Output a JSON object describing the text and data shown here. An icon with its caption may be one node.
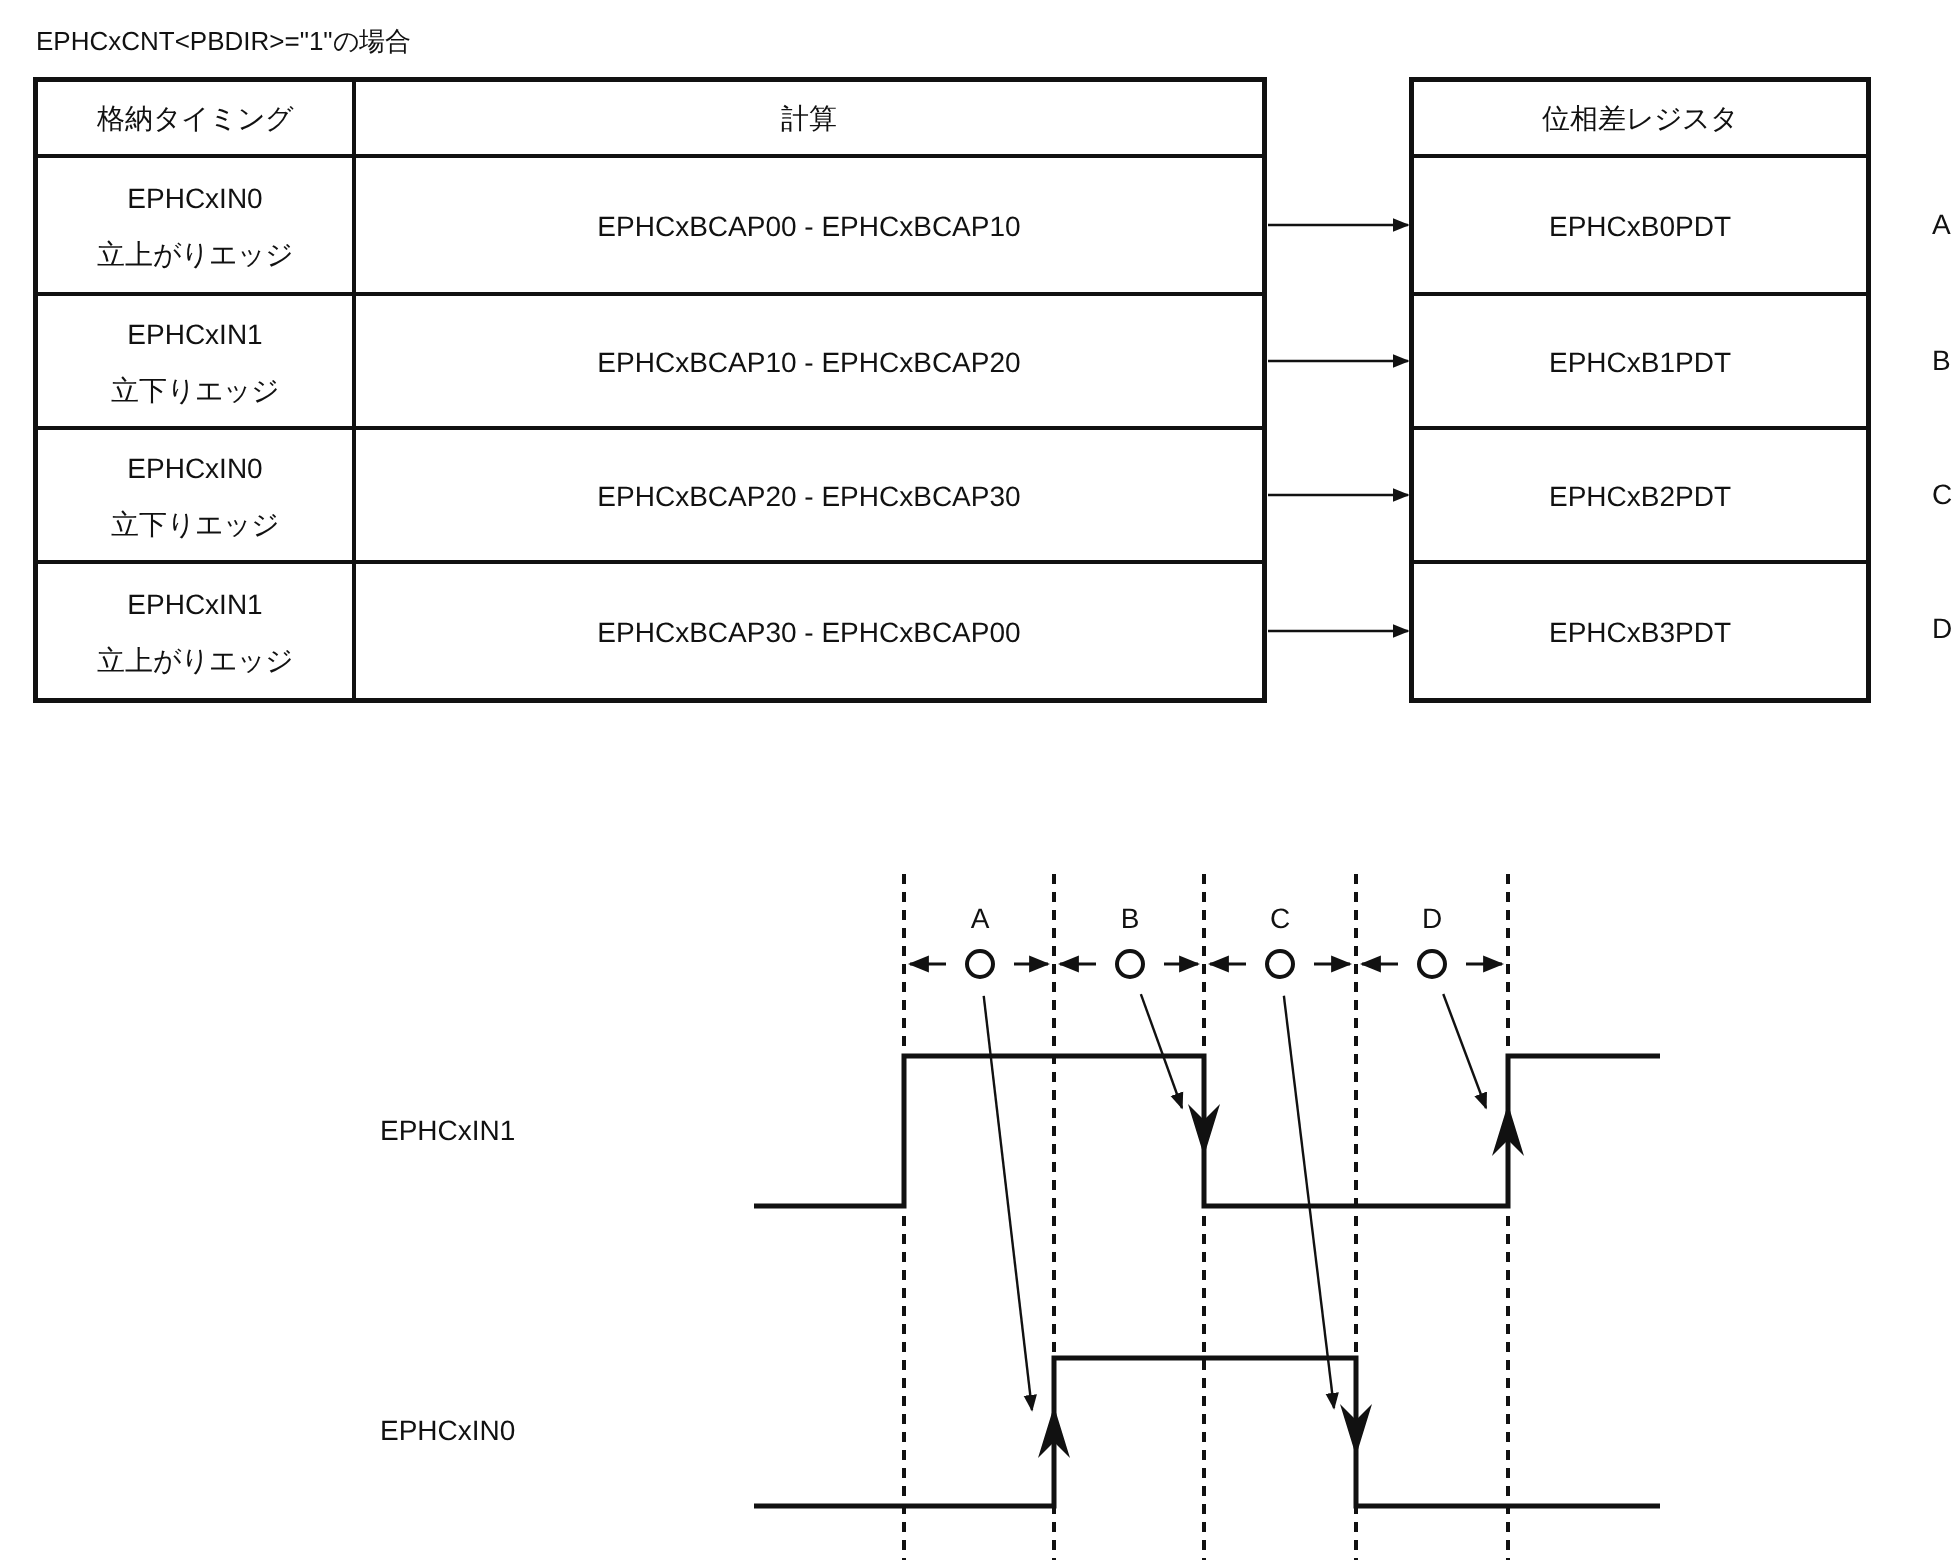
{
  "diagram": {
    "title": "EPHCxCNT<PBDIR>=\"1\"の場合",
    "nodes": [
      {
        "text": [
          "EPHCxBCAP00 - EPHCxBCAP10"
        ]
      },
      {
        "text": [
          "EPHCxBCAP10 - EPHCxBCAP20"
        ]
      },
      {
        "text": [
          "EPHCxBCAP20 - EPHCxBCAP30"
        ]
      },
      {
        "text": [
          "EPHCxBCAP30 - EPHCxBCAP00"
        ]
      },
      {
        "text": [
          "EPHCxB0PDT"
        ]
      },
      {
        "text": [
          "EPHCxB1PDT"
        ]
      },
      {
        "text": [
          "EPHCxB2PDT"
        ]
      },
      {
        "text": [
          "EPHCxB3PDT"
        ]
      },
      {
        "text": [
          "A"
        ]
      },
      {
        "text": [
          "B"
        ]
      },
      {
        "text": [
          "C"
        ]
      },
      {
        "text": [
          "D"
        ]
      },
      {
        "text": [],
        "shape": "arrowhead"
      },
      {
        "text": [],
        "shape": "arrowhead"
      },
      {
        "text": [],
        "shape": "arrowhead"
      },
      {
        "text": [],
        "shape": "arrowhead"
      }
    ],
    "edges": [
      {
        "from": 0,
        "to": 4,
        "arrow": "to"
      },
      {
        "from": 1,
        "to": 5,
        "arrow": "to"
      },
      {
        "from": 2,
        "to": 6,
        "arrow": "to"
      },
      {
        "from": 3,
        "to": 7,
        "arrow": "to"
      },
      {
        "from": 8,
        "to": 12,
        "arrow": "to"
      },
      {
        "from": 9,
        "to": 13,
        "arrow": "to"
      },
      {
        "from": 10,
        "to": 14,
        "arrow": "to"
      },
      {
        "from": 11,
        "to": 15,
        "arrow": "to"
      }
    ],
    "labels": [
      "格納タイミング",
      "計算",
      "位相差レジスタ",
      "EPHCxIN0 立上がりエッジ",
      "A",
      "EPHCxIN1 立下りエッジ",
      "B",
      "EPHCxIN0 立下りエッジ",
      "C",
      "EPHCxIN1 立上がりエッジ",
      "D",
      "EPHCxIN1",
      "EPHCxIN0"
    ]
  }
}
